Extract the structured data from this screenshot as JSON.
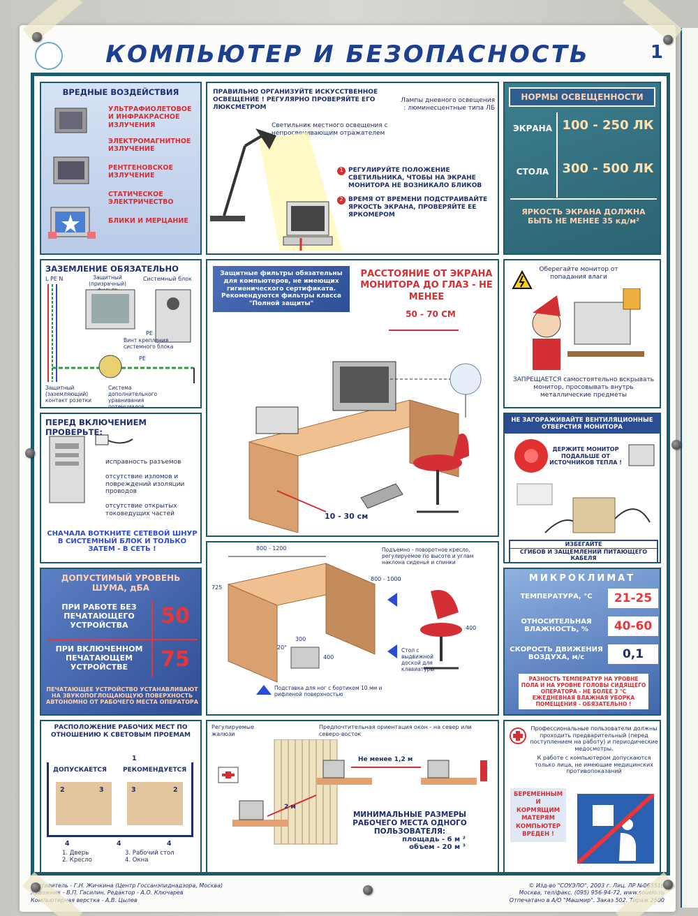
{
  "title": "КОМПЬЮТЕР И БЕЗОПАСНОСТЬ",
  "page_number": "1",
  "harmful": {
    "heading": "ВРЕДНЫЕ ВОЗДЕЙСТВИЯ",
    "items": [
      "УЛЬТРАФИОЛЕТОВОЕ И ИНФРАКРАСНОЕ ИЗЛУЧЕНИЯ",
      "ЭЛЕКТРОМАГНИТНОЕ ИЗЛУЧЕНИЕ",
      "РЕНТГЕНОВСКОЕ ИЗЛУЧЕНИЕ",
      "СТАТИЧЕСКОЕ ЭЛЕКТРИЧЕСТВО",
      "БЛИКИ И МЕРЦАНИЕ"
    ]
  },
  "lighting": {
    "headline": "ПРАВИЛЬНО ОРГАНИЗУЙТЕ ИСКУССТВЕННОЕ ОСВЕЩЕНИЕ ! РЕГУЛЯРНО ПРОВЕРЯЙТЕ ЕГО ЛЮКСМЕТРОМ",
    "lamps": "Лампы дневного освещения : люминесцентные типа ЛБ",
    "local_lamp": "Светильник местного освещения с непросвечивающим отражателем",
    "n1": "1",
    "n2": "2",
    "tip1": "РЕГУЛИРУЙТЕ ПОЛОЖЕНИЕ СВЕТИЛЬНИКА, ЧТОБЫ НА ЭКРАНЕ МОНИТОРА НЕ ВОЗНИКАЛО БЛИКОВ",
    "tip2": "ВРЕМЯ ОТ ВРЕМЕНИ ПОДСТРАИВАЙТЕ ЯРКОСТЬ ЭКРАНА, ПРОВЕРЯЙТЕ ЕЕ ЯРКОМЕРОМ"
  },
  "illum": {
    "heading": "НОРМЫ ОСВЕЩЕННОСТИ",
    "screen_label": "ЭКРАНА",
    "screen_value": "100 - 250 ЛК",
    "desk_label": "СТОЛА",
    "desk_value": "300 - 500 ЛК",
    "brightness": "ЯРКОСТЬ ЭКРАНА ДОЛЖНА БЫТЬ НЕ МЕНЕЕ 35 кд/м²"
  },
  "ground": {
    "heading": "ЗАЗЕМЛЕНИЕ ОБЯЗАТЕЛЬНО",
    "lpen": "L PE N",
    "filter": "Защитный (призрачный) фильтр",
    "unit": "Системный блок",
    "pe1": "PE",
    "pe2": "PE",
    "screw": "Винт крепления системного блока",
    "socket": "Защитный (заземляющий) контакт розетки",
    "system": "Система дополнительного уравнивания потенциалов"
  },
  "filters_note": "Защитные фильтры обязательны для компьютеров, не имеющих гигиенического сертификата. Рекомендуются фильтры класса \"Полной защиты\"",
  "distance": {
    "heading": "РАССТОЯНИЕ ОТ ЭКРАНА МОНИТОРА ДО ГЛАЗ - НЕ МЕНЕЕ",
    "range": "50 - 70 СМ",
    "legroom": "10 - 30 см"
  },
  "moisture": {
    "heading": "Оберегайте монитор от попадания влаги",
    "forbidden": "ЗАПРЕЩАЕТСЯ самостоятельно вскрывать монитор, просовывать внутрь металлические предметы"
  },
  "check": {
    "heading": "ПЕРЕД ВКЛЮЧЕНИЕМ ПРОВЕРЬТЕ:",
    "items": [
      "исправность разъемов",
      "отсутствие изломов и повреждений изоляции проводов",
      "отсутствие открытых токоведущих частей"
    ],
    "final": "СНАЧАЛА ВОТКНИТЕ СЕТЕВОЙ ШНУР В СИСТЕМНЫЙ БЛОК И ТОЛЬКО ЗАТЕМ - В СЕТЬ !"
  },
  "vent": {
    "heading": "НЕ ЗАГОРАЖИВАЙТЕ ВЕНТИЛЯЦИОННЫЕ ОТВЕРСТИЯ МОНИТОРА",
    "keep": "ДЕРЖИТЕ МОНИТОР ПОДАЛЬШЕ ОТ ИСТОЧНИКОВ ТЕПЛА !",
    "avoid1": "ИЗБЕГАЙТЕ",
    "avoid2": "СГИБОВ И ЗАЩЕМЛЕНИЙ ПИТАЮЩЕГО КАБЕЛЯ"
  },
  "noise": {
    "heading": "ДОПУСТИМЫЙ УРОВЕНЬ ШУМА, дБА",
    "row1_label": "ПРИ РАБОТЕ БЕЗ ПЕЧАТАЮЩЕГО УСТРОЙСТВА",
    "row1_value": "50",
    "row2_label": "ПРИ ВКЛЮЧЕННОМ ПЕЧАТАЮЩЕМ УСТРОЙСТВЕ",
    "row2_value": "75",
    "note": "ПЕЧАТАЮЩЕЕ УСТРОЙСТВО УСТАНАВЛИВАЮТ НА ЗВУКОПОГЛОЩАЮЩУЮ ПОВЕРХНОСТЬ АВТОНОМНО ОТ РАБОЧЕГО МЕСТА ОПЕРАТОРА"
  },
  "desk": {
    "d1": "800 - 1200",
    "d2": "800 - 1000",
    "d3": "725",
    "d4": "300",
    "d5": "400",
    "d6": "20°",
    "d7": "400",
    "chair": "Подъемно - поворотное кресло, регулируемое по высоте и углам наклона сиденья и спинки",
    "keyboard": "Стол с выдвижной доской для клавиатуры",
    "footrest": "Подставка для ног с бортиком 10 мм и рифленой поверхностью"
  },
  "micro": {
    "heading": "МИКРОКЛИМАТ",
    "temp_label": "ТЕМПЕРАТУРА, °С",
    "temp_value": "21-25",
    "hum_label": "ОТНОСИТЕЛЬНАЯ ВЛАЖНОСТЬ, %",
    "hum_value": "40-60",
    "air_label": "СКОРОСТЬ ДВИЖЕНИЯ ВОЗДУХА, м/с",
    "air_value": "0,1",
    "note": "РАЗНОСТЬ ТЕМПЕРАТУР НА УРОВНЕ ПОЛА И НА УРОВНЕ ГОЛОВЫ СИДЯЩЕГО ОПЕРАТОРА - НЕ БОЛЕЕ 3 °С ЕЖЕДНЕВНАЯ ВЛАЖНАЯ УБОРКА ПОМЕЩЕНИЯ - ОБЯЗАТЕЛЬНО !"
  },
  "layout": {
    "heading": "РАСПОЛОЖЕНИЕ РАБОЧИХ МЕСТ ПО ОТНОШЕНИЮ К СВЕТОВЫМ ПРОЕМАМ",
    "allowed": "ДОПУСКАЕТСЯ",
    "recommended": "РЕКОМЕНДУЕТСЯ",
    "num1": "1",
    "num2a": "2",
    "num3a": "3",
    "num3b": "3",
    "num2b": "2",
    "num4a": "4",
    "num4b": "4",
    "num4c": "4",
    "legend1": "1. Дверь",
    "legend2": "2. Кресло",
    "legend3": "3. Рабочий стол",
    "legend4": "4. Окна"
  },
  "room": {
    "blinds": "Регулируемые жалюзи",
    "orient": "Предпочтительная ориентация окон - на север или северо-восток",
    "gap": "Не менее 1,2 м",
    "gap2": "2 м",
    "min_heading": "МИНИМАЛЬНЫЕ РАЗМЕРЫ РАБОЧЕГО МЕСТА ОДНОГО ПОЛЬЗОВАТЕЛЯ:",
    "area": "площадь - 6 м ²",
    "volume": "объем - 20 м ³"
  },
  "medical": {
    "text1": "Профессиональные пользователи должны проходить предварительный (перед поступлением на работу) и периодические медосмотры.",
    "text2": "К работе с компьютером допускаются только лица, не имеющие медицинских противопоказаний",
    "pregnant": "БЕРЕМЕННЫМ И КОРМЯЩИМ МАТЕРЯМ КОМПЬЮТЕР ВРЕДЕН !"
  },
  "credits": {
    "left1": "Составитель - Г.Н. Жичкина (Центр Госсанэпиднадзора, Москва)",
    "left2": "Художник - В.П. Гасилин. Редактор - А.О. Ключарев",
    "left3": "Компьютерная верстка - А.В. Цылев",
    "right1": "© Изд-во \"СОУЭЛО\", 2003 г. Лиц. ЛР №063516",
    "right2": "Москва, тел/факс. (095) 956-94-72, www.souelo.ru",
    "right3": "Отпечатано в А/О \"Машмир\". Заказ 502. Тираж 2500"
  },
  "colors": {
    "frame": "#1c5b6e",
    "accent_red": "#e8363a",
    "navy": "#1d2f6e"
  }
}
